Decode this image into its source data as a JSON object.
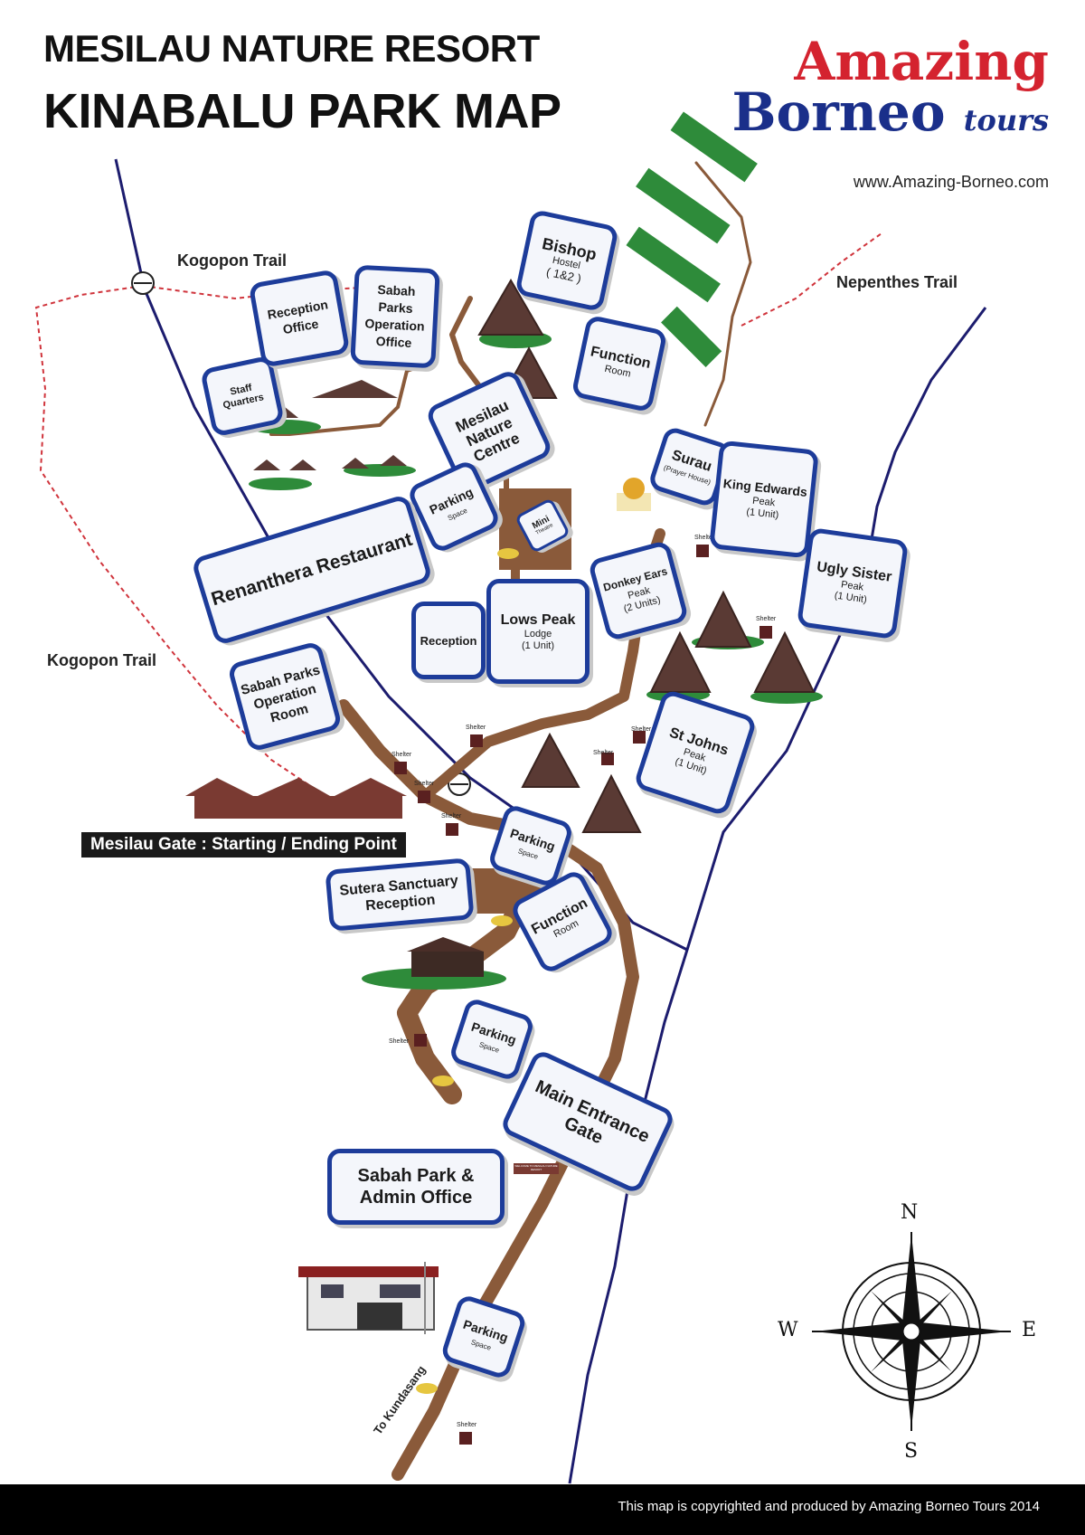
{
  "title": {
    "line1": "MESILAU NATURE RESORT",
    "line2": "KINABALU PARK MAP"
  },
  "brand": {
    "name_part1": "Amazing",
    "name_part2": "Borneo",
    "name_part3": "tours",
    "url": "www.Amazing-Borneo.com"
  },
  "trails": {
    "kogopon_top": "Kogopon Trail",
    "kogopon_left": "Kogopon Trail",
    "nepenthes": "Nepenthes Trail",
    "to_kundasang": "To Kundasang"
  },
  "callouts": {
    "staff_quarters": {
      "main": "Staff Quarters"
    },
    "reception_office": {
      "main": "Reception Office"
    },
    "sabah_parks_operation_office": {
      "main": "Sabah Parks Operation Office"
    },
    "bishop": {
      "main": "Bishop",
      "sub": "Hostel",
      "extra": "( 1&2 )"
    },
    "function_room_top": {
      "main": "Function",
      "sub": "Room"
    },
    "mesilau_nature_centre": {
      "main": "Mesilau Nature Centre"
    },
    "surau": {
      "main": "Surau",
      "sub": "(Prayer House)"
    },
    "king_edwards": {
      "main": "King Edwards",
      "sub": "Peak",
      "extra": "(1 Unit)"
    },
    "ugly_sister": {
      "main": "Ugly Sister",
      "sub": "Peak",
      "extra": "(1 Unit)"
    },
    "parking_top": {
      "main": "Parking",
      "sub": "Space"
    },
    "mini_theatre": {
      "main": "Mini",
      "sub": "Theatre"
    },
    "renanthera_restaurant": {
      "main": "Renanthera Restaurant"
    },
    "reception": {
      "main": "Reception"
    },
    "lows_peak": {
      "main": "Lows Peak",
      "sub": "Lodge",
      "extra": "(1 Unit)"
    },
    "donkey_ears": {
      "main": "Donkey Ears",
      "sub": "Peak",
      "extra": "(2 Units)"
    },
    "sabah_parks_operation_room": {
      "main": "Sabah Parks Operation Room"
    },
    "st_johns": {
      "main": "St Johns",
      "sub": "Peak",
      "extra": "(1 Unit)"
    },
    "parking_mid": {
      "main": "Parking",
      "sub": "Space"
    },
    "sutera_sanctuary_reception": {
      "main": "Sutera Sanctuary Reception"
    },
    "function_room_mid": {
      "main": "Function",
      "sub": "Room"
    },
    "parking_lower": {
      "main": "Parking",
      "sub": "Space"
    },
    "main_entrance_gate": {
      "main": "Main Entrance Gate"
    },
    "sabah_park_admin_office": {
      "main": "Sabah Park & Admin Office"
    },
    "parking_bottom": {
      "main": "Parking",
      "sub": "Space"
    }
  },
  "shelter_label": "Shelter",
  "gate_banner": "Mesilau Gate : Starting / Ending Point",
  "welcome_sign": "WELCOME TO MESILAU NATURE RESORT",
  "compass": {
    "n": "N",
    "e": "E",
    "s": "S",
    "w": "W"
  },
  "colors": {
    "road": "#8a5a3a",
    "trail_dotted": "#d0343c",
    "boundary_line": "#1c1c6e",
    "callout_border": "#1d3c9a",
    "grass": "#2e8b3a",
    "chalet_roof": "#5a3a34"
  },
  "footer": {
    "copyright": "This map is copyrighted and produced by Amazing Borneo Tours 2014"
  }
}
